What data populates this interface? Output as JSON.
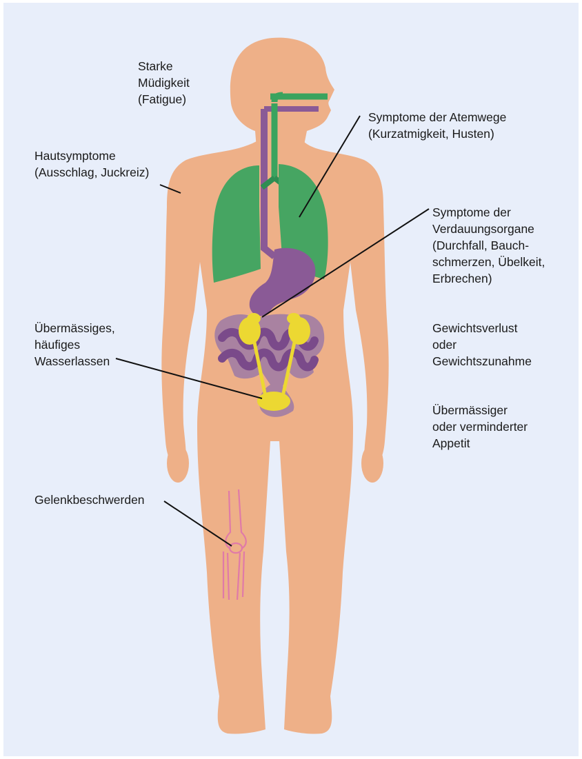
{
  "colors": {
    "background": "#e8eefa",
    "skin": "#eeb088",
    "lungs": "#46a562",
    "trachea_green": "#3aa35e",
    "digestive": "#8a5a96",
    "kidneys_bladder": "#ecd832",
    "knee": "#e07aa8",
    "leader_line": "#111111"
  },
  "labels": {
    "fatigue": "Starke\nMüdigkeit\n(Fatigue)",
    "skin": "Hautsymptome\n(Ausschlag, Juckreiz)",
    "respiratory": "Symptome der Atemwege\n(Kurzatmigkeit, Husten)",
    "digestive": "Symptome der\nVerdauungsorgane\n(Durchfall, Bauch-\nschmerzen, Übelkeit,\nErbrechen)",
    "urination": "Übermässiges,\nhäufiges\nWasserlassen",
    "weight": "Gewichtsverlust\noder\nGewichtszunahme",
    "appetite": "Übermässiger\noder verminderter\nAppetit",
    "joints": "Gelenkbeschwerden"
  }
}
